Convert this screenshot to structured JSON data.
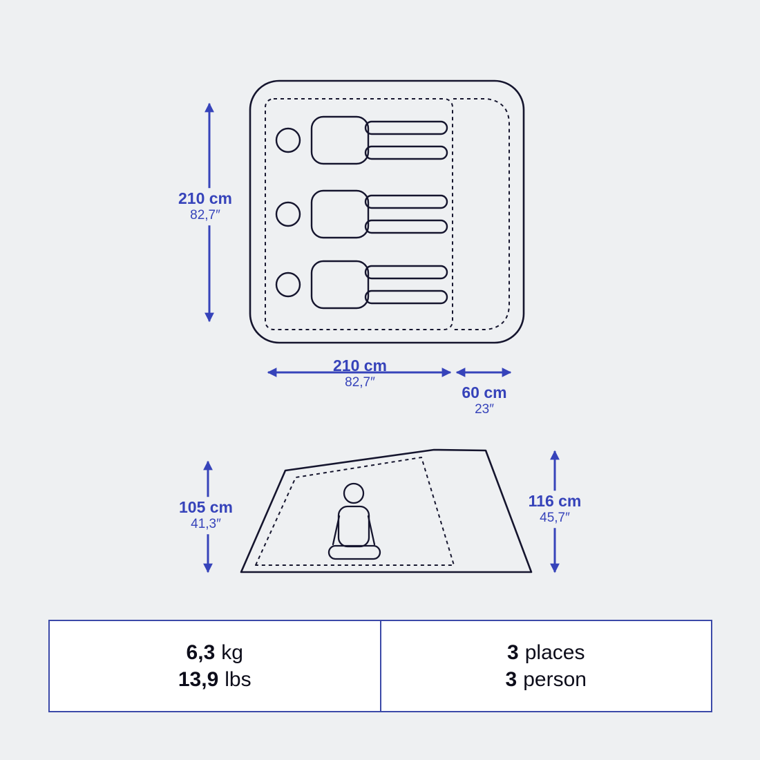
{
  "colors": {
    "background": "#eef0f2",
    "accent_blue": "#3643ba",
    "diagram_line": "#15152e",
    "table_border": "#3b49a8",
    "table_text": "#0d0d1a",
    "table_background": "#ffffff"
  },
  "icons": {
    "sleeping_person": "person lying on sleeping pad (top view)",
    "seated_person": "person sitting cross-legged (side view)"
  },
  "top_view": {
    "sleeper_count": 3,
    "height": {
      "metric": "210 cm",
      "imperial": "82,7″"
    },
    "width": {
      "metric": "210 cm",
      "imperial": "82,7″"
    },
    "vestibule_depth": {
      "metric": "60 cm",
      "imperial": "23″"
    }
  },
  "side_view": {
    "inner_height": {
      "metric": "105 cm",
      "imperial": "41,3″"
    },
    "outer_height": {
      "metric": "116 cm",
      "imperial": "45,7″"
    }
  },
  "spec_table": {
    "weight": {
      "metric_value": "6,3",
      "metric_unit": "kg",
      "imperial_value": "13,9",
      "imperial_unit": "lbs"
    },
    "capacity": {
      "places_value": "3",
      "places_unit": "places",
      "person_value": "3",
      "person_unit": "person"
    }
  }
}
